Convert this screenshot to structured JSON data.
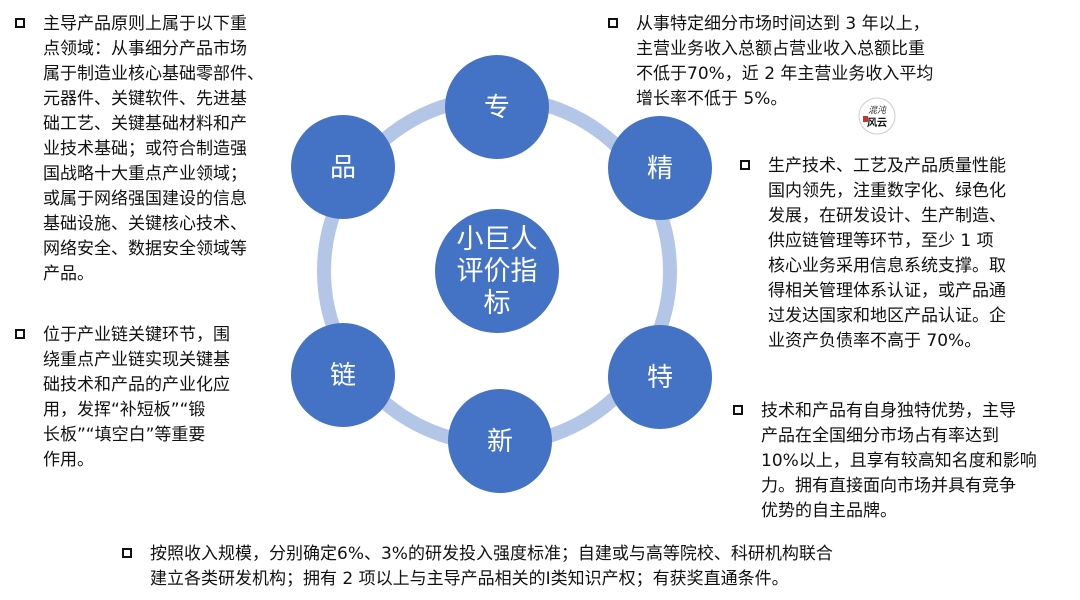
{
  "center": {
    "label": "小巨人\n评价指\n标"
  },
  "nodes": [
    {
      "id": "zhuan",
      "label": "专"
    },
    {
      "id": "jing",
      "label": "精"
    },
    {
      "id": "te",
      "label": "特"
    },
    {
      "id": "xin",
      "label": "新"
    },
    {
      "id": "lian",
      "label": "链"
    },
    {
      "id": "pin",
      "label": "品"
    }
  ],
  "notes": {
    "pin": "主导产品原则上属于以下重\n点领域：从事细分产品市场\n属于制造业核心基础零部件、\n元器件、关键软件、先进基\n础工艺、关键基础材料和产\n业技术基础；或符合制造强\n国战略十大重点产业领域；\n或属于网络强国建设的信息\n基础设施、关键核心技术、\n网络安全、数据安全领域等\n产品。",
    "lian": "位于产业链关键环节，围\n绕重点产业链实现关键基\n础技术和产品的产业化应\n用，发挥“补短板”“锻\n长板”“填空白”等重要\n作用。",
    "zhuan": "从事特定细分市场时间达到 3 年以上，\n主营业务收入总额占营业收入总额比重\n不低于70%，近 2 年主营业务收入平均\n增长率不低于 5%。",
    "jing": "生产技术、工艺及产品质量性能\n国内领先，注重数字化、绿色化\n发展，在研发设计、生产制造、\n供应链管理等环节，至少 1 项\n核心业务采用信息系统支撑。取\n得相关管理体系认证，或产品通\n过发达国家和地区产品认证。企\n业资产负债率不高于 70%。",
    "te": "技术和产品有自身独特优势，主导\n产品在全国细分市场占有率达到\n10%以上，且享有较高知名度和影响\n力。拥有直接面向市场并具有竞争\n优势的自主品牌。",
    "xin": "按照收入规模，分别确定6%、3%的研发投入强度标准；自建或与高等院校、科研机构联合\n建立各类研发机构；拥有 2 项以上与主导产品相关的I类知识产权；有获奖直通条件。"
  },
  "logo": {
    "text1": "混沌",
    "text2": "风云"
  },
  "colors": {
    "circle": "#4472c4",
    "ring": "#b4c6e7",
    "text": "#111111",
    "circle_text": "#ffffff"
  }
}
